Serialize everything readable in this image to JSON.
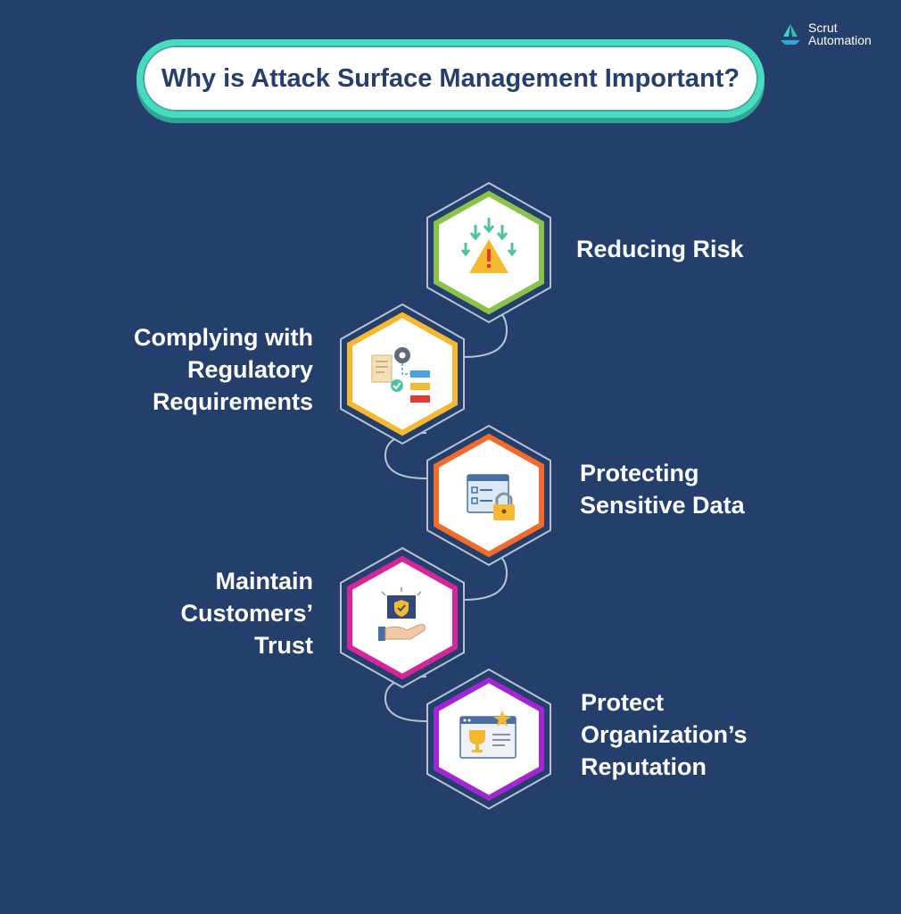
{
  "brand": {
    "line1": "Scrut",
    "line2": "Automation"
  },
  "title": "Why is Attack Surface Management Important?",
  "steps": [
    {
      "lines": [
        "Reducing Risk"
      ],
      "ring_color": "#8bc34a",
      "icon": "warning-arrows-icon"
    },
    {
      "lines": [
        "Complying with",
        "Regulatory",
        "Requirements"
      ],
      "ring_color": "#f5b82e",
      "icon": "compliance-flowchart-icon"
    },
    {
      "lines": [
        "Protecting",
        "Sensitive Data"
      ],
      "ring_color": "#f26b2a",
      "icon": "locked-data-icon"
    },
    {
      "lines": [
        "Maintain",
        "Customers’",
        "Trust"
      ],
      "ring_color": "#d6249b",
      "icon": "hand-shield-icon"
    },
    {
      "lines": [
        "Protect",
        "Organization’s",
        "Reputation"
      ],
      "ring_color": "#a425d4",
      "icon": "trophy-browser-icon"
    }
  ]
}
